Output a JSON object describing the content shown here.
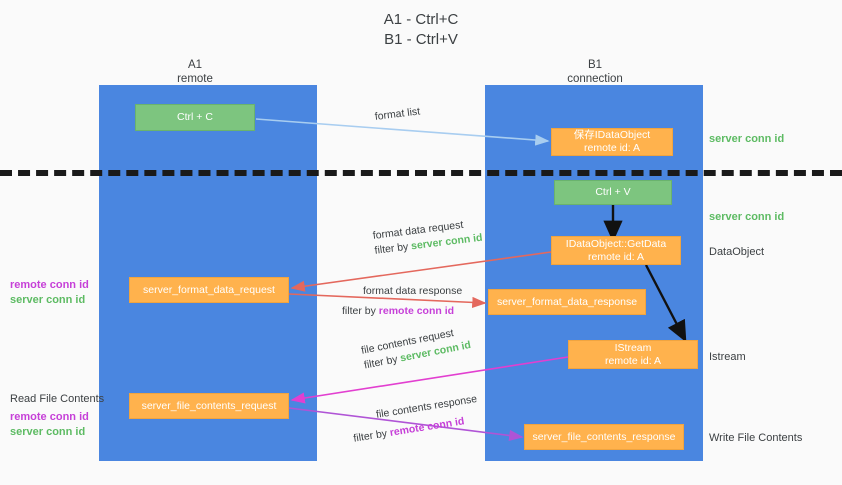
{
  "title": {
    "line1": "A1 - Ctrl+C",
    "line2": "B1 - Ctrl+V"
  },
  "lanes": [
    {
      "id": "a1",
      "name": "A1",
      "sub": "remote"
    },
    {
      "id": "b1",
      "name": "B1",
      "sub": "connection"
    }
  ],
  "boxes": {
    "ctrl_c": {
      "line1": "Ctrl + C",
      "line2": ""
    },
    "save_dataobject": {
      "line1": "保存IDataObject",
      "line2": "remote id: A"
    },
    "ctrl_v": {
      "line1": "Ctrl + V",
      "line2": ""
    },
    "getdata": {
      "line1": "IDataObject::GetData",
      "line2": "remote id: A"
    },
    "fmt_req": {
      "line1": "server_format_data_request",
      "line2": ""
    },
    "fmt_resp": {
      "line1": "server_format_data_response",
      "line2": ""
    },
    "istream": {
      "line1": "IStream",
      "line2": "remote id: A"
    },
    "file_req": {
      "line1": "server_file_contents_request",
      "line2": ""
    },
    "file_resp": {
      "line1": "server_file_contents_response",
      "line2": ""
    }
  },
  "edges": {
    "format_list": {
      "text": "format list"
    },
    "fmt_data_req": {
      "line1": "format data request",
      "filter_prefix": "filter by ",
      "filter_value": "server conn id"
    },
    "fmt_data_resp": {
      "line1": "format data response",
      "filter_prefix": "filter by ",
      "filter_value": "remote conn id"
    },
    "file_req_lbl": {
      "line1": "file contents request",
      "filter_prefix": "filter by ",
      "filter_value": "server conn id"
    },
    "file_resp_lbl": {
      "line1": "file contents response",
      "filter_prefix": "filter by ",
      "filter_value": "remote conn id"
    }
  },
  "right_notes": [
    {
      "id": "server-conn-id-1",
      "text": "server conn id",
      "kind": "green"
    },
    {
      "id": "server-conn-id-2",
      "text": "server conn id",
      "kind": "green"
    },
    {
      "id": "dataobject",
      "text": "DataObject",
      "kind": "plain"
    },
    {
      "id": "istream",
      "text": "Istream",
      "kind": "plain"
    },
    {
      "id": "write-file",
      "text": "Write File Contents",
      "kind": "plain"
    }
  ],
  "left_notes": {
    "group1": [
      {
        "text": "remote conn id",
        "kind": "purple"
      },
      {
        "text": "server conn id",
        "kind": "green"
      }
    ],
    "read_file_title": "Read File Contents",
    "group2": [
      {
        "text": "remote conn id",
        "kind": "purple"
      },
      {
        "text": "server conn id",
        "kind": "green"
      }
    ]
  },
  "colors": {
    "lane": "#4a86e0",
    "green_box": "#7dc57f",
    "orange_box": "#ffb24d",
    "green_text": "#5dbb63",
    "purple_text": "#c640d8",
    "arrow_blue": "#a8cdf0",
    "arrow_red": "#e4685d",
    "arrow_magenta": "#e23fd0",
    "arrow_purple": "#b054d6",
    "arrow_black": "#111111",
    "background": "#fafafa"
  }
}
